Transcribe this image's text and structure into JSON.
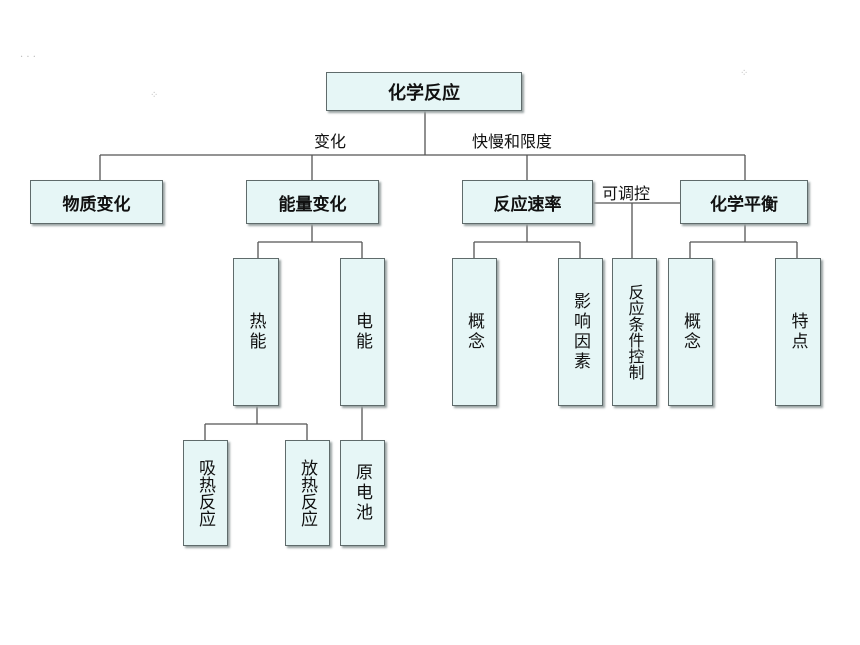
{
  "root": "化学反应",
  "edge_labels": {
    "change": "变化",
    "speed_limit": "快慢和限度",
    "controllable": "可调控"
  },
  "level1": {
    "matter_change": "物质变化",
    "energy_change": "能量变化",
    "reaction_rate": "反应速率",
    "chemical_equilibrium": "化学平衡"
  },
  "level2": {
    "heat_energy": "热能",
    "electric_energy": "电能",
    "rate_concept": "概念",
    "influencing_factors": "影响因素",
    "condition_control": "反应条件控制",
    "equilibrium_concept": "概念",
    "equilibrium_features": "特点"
  },
  "level3": {
    "endothermic": "吸热反应",
    "exothermic": "放热反应",
    "galvanic_cell": "原电池"
  }
}
